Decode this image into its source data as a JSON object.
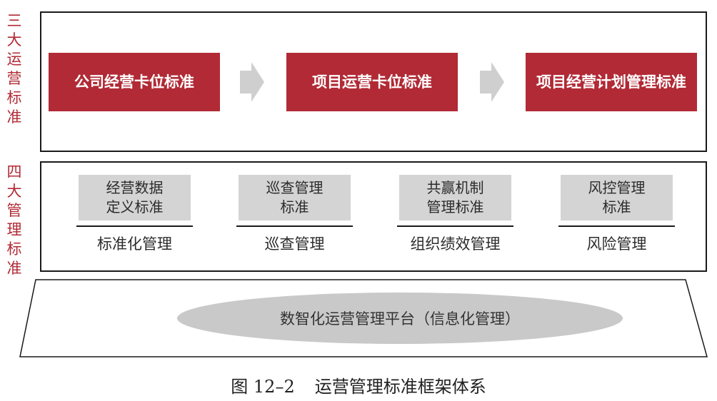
{
  "tier1": {
    "side_label": [
      "三",
      "大",
      "运",
      "营",
      "标",
      "准"
    ],
    "boxes": [
      "公司经营卡位标准",
      "项目运营卡位标准",
      "项目经营计划管理标准"
    ],
    "box_color": "#b12a35"
  },
  "tier2": {
    "side_label": [
      "四",
      "大",
      "管",
      "理",
      "标",
      "准"
    ],
    "columns": [
      {
        "box_lines": [
          "经营数据",
          "定义标准"
        ],
        "label": "标准化管理"
      },
      {
        "box_lines": [
          "巡查管理",
          "标准"
        ],
        "label": "巡查管理"
      },
      {
        "box_lines": [
          "共赢机制",
          "管理标准"
        ],
        "label": "组织绩效管理"
      },
      {
        "box_lines": [
          "风控管理",
          "标准"
        ],
        "label": "风险管理"
      }
    ]
  },
  "platform": {
    "label": "数智化运营管理平台（信息化管理）"
  },
  "caption": {
    "figure_number": "图 12–2",
    "title": "运营管理标准框架体系"
  },
  "colors": {
    "accent_red": "#b12a35",
    "gray_box": "#d4d4d4",
    "ellipse": "#c9c9c9"
  }
}
